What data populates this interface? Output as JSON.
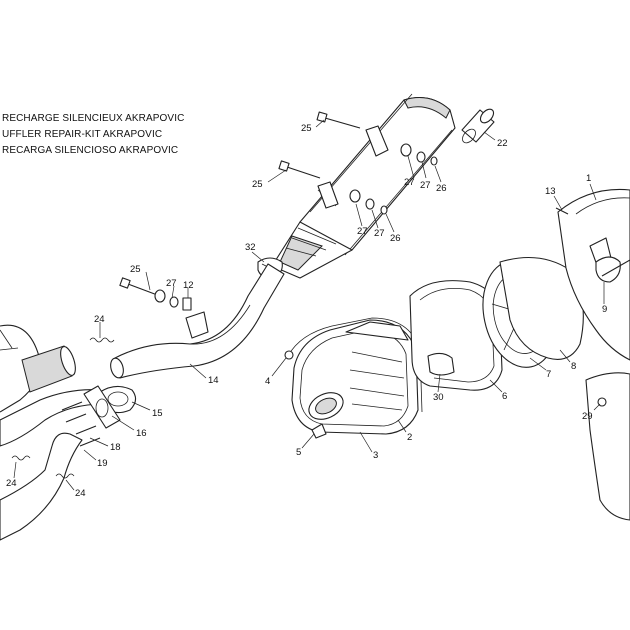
{
  "title_lines": [
    "RECHARGE SILENCIEUX AKRAPOVIC",
    "UFFLER REPAIR-KIT AKRAPOVIC",
    "RECARGA SILENCIOSO AKRAPOVIC"
  ],
  "callouts": {
    "c1": "1",
    "c2": "2",
    "c3": "3",
    "c4": "4",
    "c5": "5",
    "c6": "6",
    "c7": "7",
    "c8": "8",
    "c9": "9",
    "c12": "12",
    "c13": "13",
    "c14": "14",
    "c15": "15",
    "c16": "16",
    "c18": "18",
    "c19": "19",
    "c22": "22",
    "c24a": "24",
    "c24b": "24",
    "c24c": "24",
    "c25a": "25",
    "c25b": "25",
    "c25c": "25",
    "c26a": "26",
    "c26b": "26",
    "c27a": "27",
    "c27b": "27",
    "c27c": "27",
    "c27d": "27",
    "c27e": "27",
    "c29": "29",
    "c30": "30",
    "c32": "32"
  },
  "colors": {
    "line": "#222222",
    "shade": "#d9d9d9",
    "background": "#ffffff"
  }
}
